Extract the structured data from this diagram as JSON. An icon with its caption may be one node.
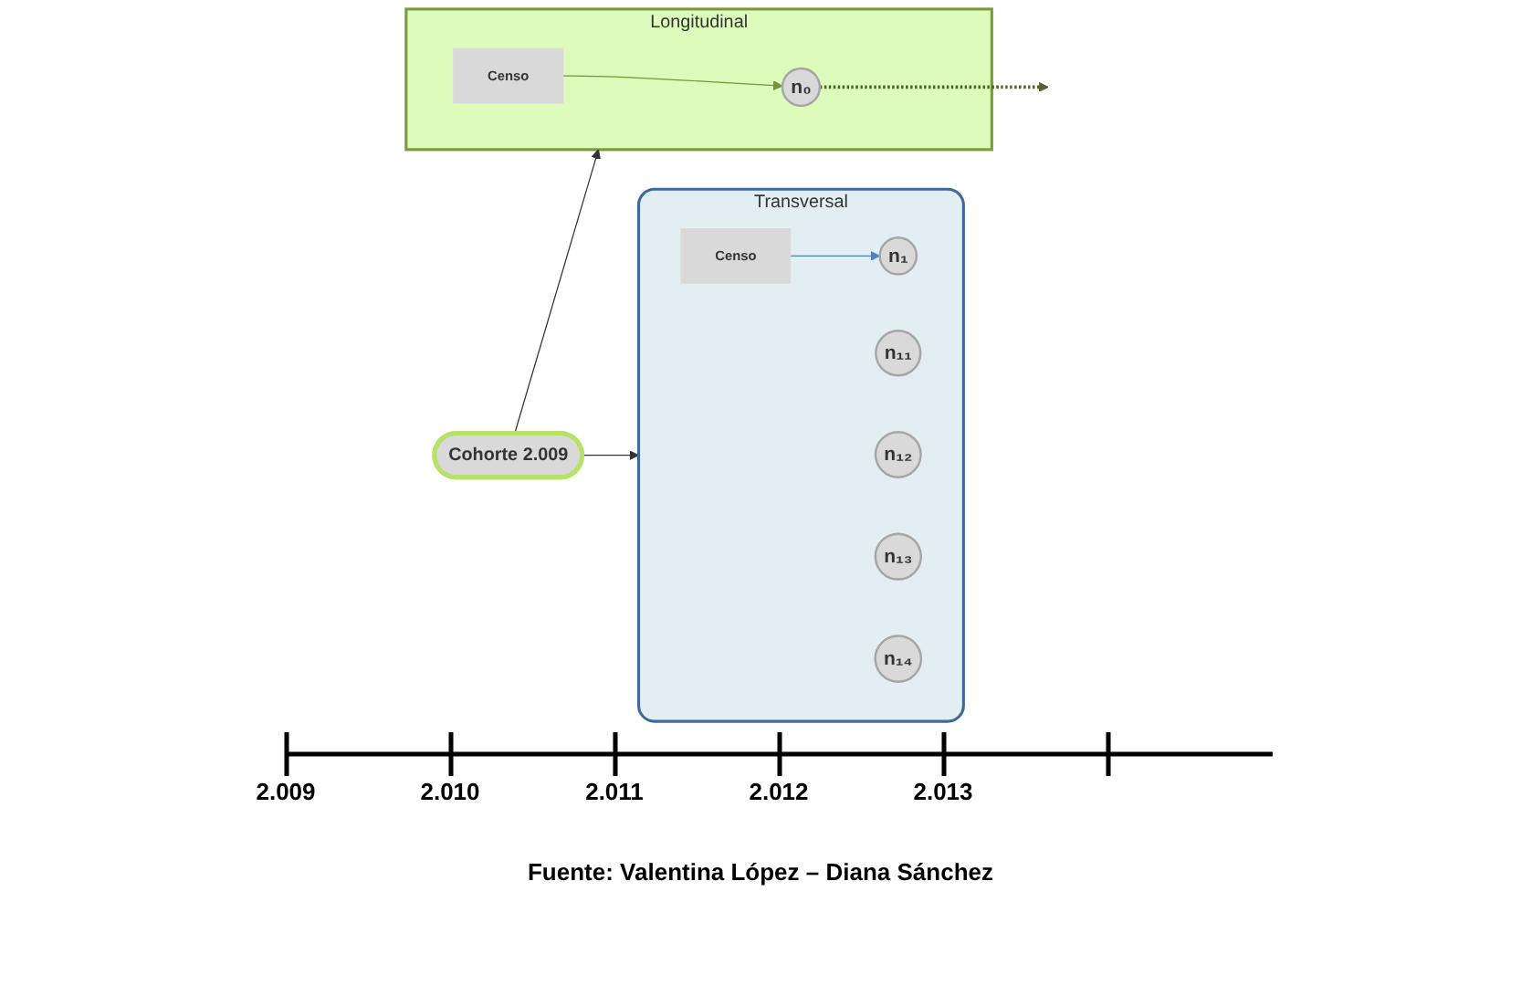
{
  "diagram": {
    "caption": "Fuente: Valentina López – Diana Sánchez",
    "nodes": [
      {
        "text": [
          "Cohorte 2.009"
        ]
      },
      {
        "text": [
          "Transversal"
        ]
      },
      {
        "text": [
          "Censo"
        ],
        "in": 1
      },
      {
        "text": [
          "n₁"
        ],
        "in": 1
      },
      {
        "text": [
          "n₁₁"
        ],
        "in": 1
      },
      {
        "text": [
          "n₁₂"
        ],
        "in": 1
      },
      {
        "text": [
          "n₁₃"
        ],
        "in": 1
      },
      {
        "text": [
          "n₁₄"
        ],
        "in": 1
      },
      {
        "text": [
          "Longitudinal"
        ]
      },
      {
        "text": [
          "n₀"
        ],
        "in": 8
      },
      {
        "text": [
          "Censo"
        ],
        "in": 8
      }
    ],
    "edges": [
      {
        "from": 0,
        "to": 1,
        "arrow": "to"
      },
      {
        "from": 0,
        "to": 8,
        "arrow": "to"
      },
      {
        "from": 2,
        "to": 3,
        "arrow": "to",
        "color": "#4f81bd"
      },
      {
        "from": 10,
        "to": 9,
        "arrow": "to",
        "color": "#77933c"
      },
      {
        "from": 9,
        "to": null,
        "arrow": "to",
        "style": "dashed",
        "color": "#4f6228"
      }
    ],
    "labels": [
      "2.009",
      "2.010",
      "2.011",
      "2.012",
      "2.013"
    ]
  }
}
